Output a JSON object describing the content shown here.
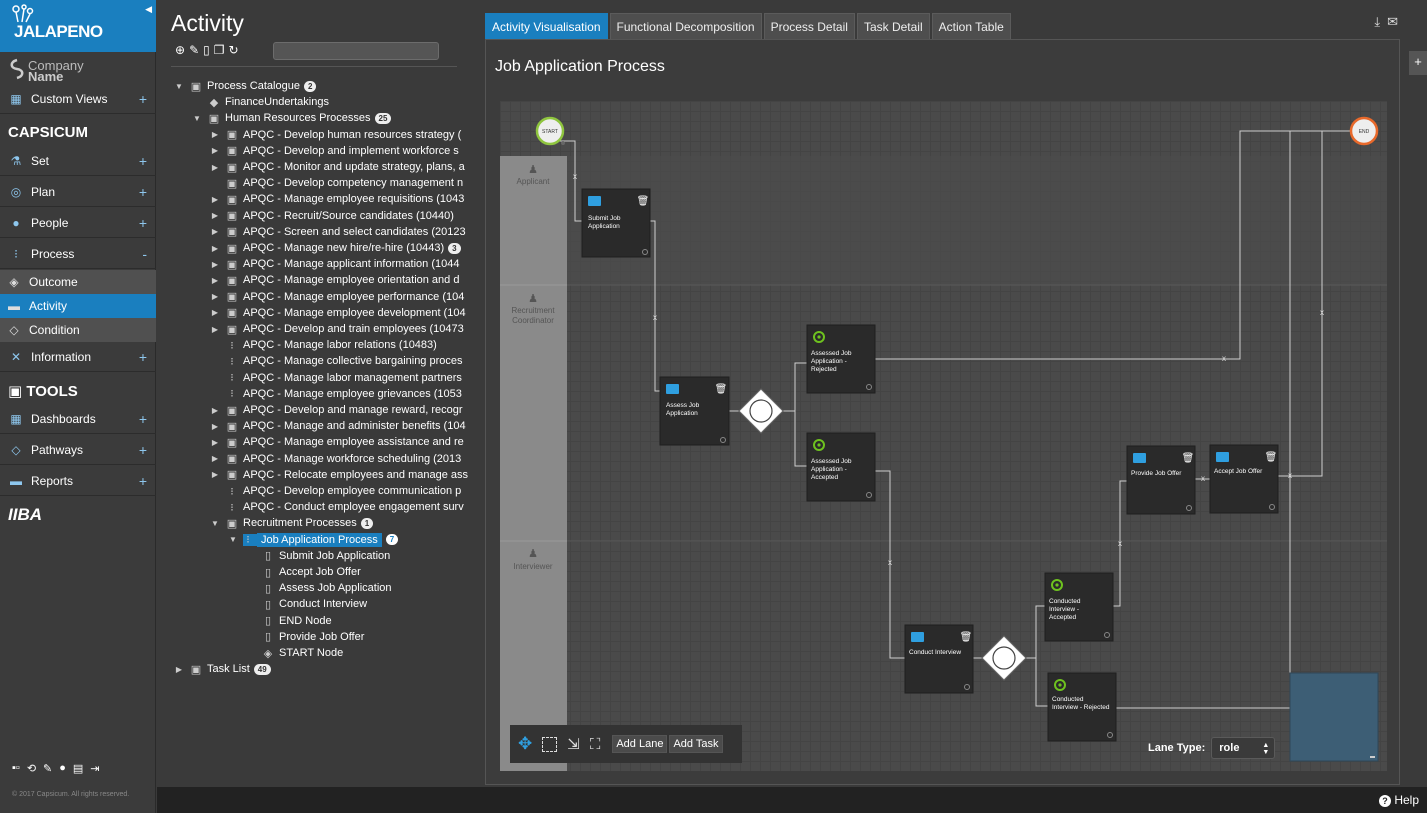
{
  "brand": {
    "logo": "JALAPENO",
    "company_line1": "Company",
    "company_line2": "Name"
  },
  "sidebar": {
    "groups": [
      {
        "label": "Custom Views",
        "icon": "map-icon",
        "action": "+"
      },
      {
        "section": "CAPSICUM"
      },
      {
        "label": "Set",
        "icon": "flask-icon",
        "action": "+"
      },
      {
        "label": "Plan",
        "icon": "target-icon",
        "action": "+"
      },
      {
        "label": "People",
        "icon": "person-icon",
        "action": "+"
      },
      {
        "label": "Process",
        "icon": "hierarchy-icon",
        "action": "-"
      },
      {
        "label": "Information",
        "icon": "tools-icon",
        "action": "+"
      },
      {
        "section": "TOOLS"
      },
      {
        "label": "Dashboards",
        "icon": "dashboard-icon",
        "action": "+"
      },
      {
        "label": "Pathways",
        "icon": "pathway-icon",
        "action": "+"
      },
      {
        "label": "Reports",
        "icon": "report-icon",
        "action": "+"
      },
      {
        "section": "IIBA"
      }
    ],
    "process_subitems": [
      {
        "label": "Outcome",
        "icon": "outcome-icon"
      },
      {
        "label": "Activity",
        "icon": "briefcase-icon",
        "active": true
      },
      {
        "label": "Condition",
        "icon": "condition-icon"
      }
    ],
    "section_capsicum": "CAPSICUM",
    "section_tools": "TOOLS",
    "section_iiba": "IIBA",
    "copyright": "© 2017 Capsicum. All rights reserved."
  },
  "activity": {
    "title": "Activity",
    "search_placeholder": "",
    "tree": [
      {
        "level": 0,
        "toggle": "▼",
        "icon": "catalogue-icon",
        "label": "Process Catalogue",
        "badge": "2"
      },
      {
        "level": 1,
        "toggle": "",
        "icon": "cube-icon",
        "label": "FinanceUndertakings"
      },
      {
        "level": 1,
        "toggle": "▼",
        "icon": "catalogue-icon",
        "label": "Human Resources Processes",
        "badge": "25"
      },
      {
        "level": 2,
        "toggle": "▶",
        "icon": "catalogue-icon",
        "label": "APQC - Develop human resources strategy ("
      },
      {
        "level": 2,
        "toggle": "▶",
        "icon": "catalogue-icon",
        "label": "APQC - Develop and implement workforce s"
      },
      {
        "level": 2,
        "toggle": "▶",
        "icon": "catalogue-icon",
        "label": "APQC - Monitor and update strategy, plans, a"
      },
      {
        "level": 2,
        "toggle": "",
        "icon": "catalogue-icon",
        "label": "APQC - Develop competency management n"
      },
      {
        "level": 2,
        "toggle": "▶",
        "icon": "catalogue-icon",
        "label": "APQC - Manage employee requisitions (1043"
      },
      {
        "level": 2,
        "toggle": "▶",
        "icon": "catalogue-icon",
        "label": "APQC - Recruit/Source candidates (10440)"
      },
      {
        "level": 2,
        "toggle": "▶",
        "icon": "catalogue-icon",
        "label": "APQC - Screen and select candidates (20123"
      },
      {
        "level": 2,
        "toggle": "▶",
        "icon": "catalogue-icon",
        "label": "APQC - Manage new hire/re-hire (10443)",
        "badge": "3"
      },
      {
        "level": 2,
        "toggle": "▶",
        "icon": "catalogue-icon",
        "label": "APQC - Manage applicant information (1044"
      },
      {
        "level": 2,
        "toggle": "▶",
        "icon": "catalogue-icon",
        "label": "APQC - Manage employee orientation and d"
      },
      {
        "level": 2,
        "toggle": "▶",
        "icon": "catalogue-icon",
        "label": "APQC - Manage employee performance (104"
      },
      {
        "level": 2,
        "toggle": "▶",
        "icon": "catalogue-icon",
        "label": "APQC - Manage employee development (104"
      },
      {
        "level": 2,
        "toggle": "▶",
        "icon": "catalogue-icon",
        "label": "APQC - Develop and train employees (10473"
      },
      {
        "level": 2,
        "toggle": "",
        "icon": "hierarchy-icon",
        "label": "APQC - Manage labor relations (10483)"
      },
      {
        "level": 2,
        "toggle": "",
        "icon": "hierarchy-icon",
        "label": "APQC - Manage collective bargaining proces"
      },
      {
        "level": 2,
        "toggle": "",
        "icon": "hierarchy-icon",
        "label": "APQC - Manage labor management partners"
      },
      {
        "level": 2,
        "toggle": "",
        "icon": "hierarchy-icon",
        "label": "APQC - Manage employee grievances (1053"
      },
      {
        "level": 2,
        "toggle": "▶",
        "icon": "catalogue-icon",
        "label": "APQC - Develop and manage reward, recogr"
      },
      {
        "level": 2,
        "toggle": "▶",
        "icon": "catalogue-icon",
        "label": "APQC - Manage and administer benefits (104"
      },
      {
        "level": 2,
        "toggle": "▶",
        "icon": "catalogue-icon",
        "label": "APQC - Manage employee assistance and re"
      },
      {
        "level": 2,
        "toggle": "▶",
        "icon": "catalogue-icon",
        "label": "APQC - Manage workforce scheduling (2013"
      },
      {
        "level": 2,
        "toggle": "▶",
        "icon": "catalogue-icon",
        "label": "APQC - Relocate employees and manage ass"
      },
      {
        "level": 2,
        "toggle": "",
        "icon": "hierarchy-icon",
        "label": "APQC - Develop employee communication p"
      },
      {
        "level": 2,
        "toggle": "",
        "icon": "hierarchy-icon",
        "label": "APQC - Conduct employee engagement surv"
      },
      {
        "level": 2,
        "toggle": "▼",
        "icon": "catalogue-icon",
        "label": "Recruitment Processes",
        "badge": "1"
      },
      {
        "level": 3,
        "toggle": "▼",
        "icon": "hierarchy-icon",
        "label": "Job Application Process",
        "badge": "7",
        "selected": true
      },
      {
        "level": 4,
        "toggle": "",
        "icon": "clipboard-icon",
        "label": "Submit Job Application"
      },
      {
        "level": 4,
        "toggle": "",
        "icon": "clipboard-icon",
        "label": "Accept Job Offer"
      },
      {
        "level": 4,
        "toggle": "",
        "icon": "clipboard-icon",
        "label": "Assess Job Application"
      },
      {
        "level": 4,
        "toggle": "",
        "icon": "clipboard-icon",
        "label": "Conduct Interview"
      },
      {
        "level": 4,
        "toggle": "",
        "icon": "clipboard-icon",
        "label": "END Node"
      },
      {
        "level": 4,
        "toggle": "",
        "icon": "clipboard-icon",
        "label": "Provide Job Offer"
      },
      {
        "level": 4,
        "toggle": "",
        "icon": "outcome-icon",
        "label": "START Node"
      },
      {
        "level": 0,
        "toggle": "▶",
        "icon": "catalogue-icon",
        "label": "Task List",
        "badge": "49"
      }
    ]
  },
  "tabs": [
    {
      "label": "Activity Visualisation",
      "active": true
    },
    {
      "label": "Functional Decomposition"
    },
    {
      "label": "Process Detail"
    },
    {
      "label": "Task Detail"
    },
    {
      "label": "Action Table"
    }
  ],
  "process": {
    "title": "Job Application Process",
    "lanes": [
      "Applicant",
      "Recruitment Coordinator",
      "Interviewer"
    ],
    "start_label": "START",
    "end_label": "END",
    "tasks": [
      "Submit Job Application",
      "Assess Job Application",
      "Conduct Interview",
      "Provide Job Offer",
      "Accept Job Offer"
    ],
    "outcomes": [
      "Assessed Job Application - Rejected",
      "Assessed Job Application - Accepted",
      "Conducted Interview - Accepted",
      "Conducted Interview - Rejected"
    ],
    "edge_marker": "x"
  },
  "canvas_toolbar": {
    "add_lane": "Add Lane",
    "add_task": "Add Task",
    "lane_type_label": "Lane Type:",
    "lane_type_value": "role"
  },
  "help": "Help",
  "colors": {
    "accent": "#1a7fbf",
    "start_ring": "#8fc53f",
    "end_ring": "#e8692b",
    "outcome_green": "#6ec21f",
    "task_blue": "#2f9fe0"
  }
}
